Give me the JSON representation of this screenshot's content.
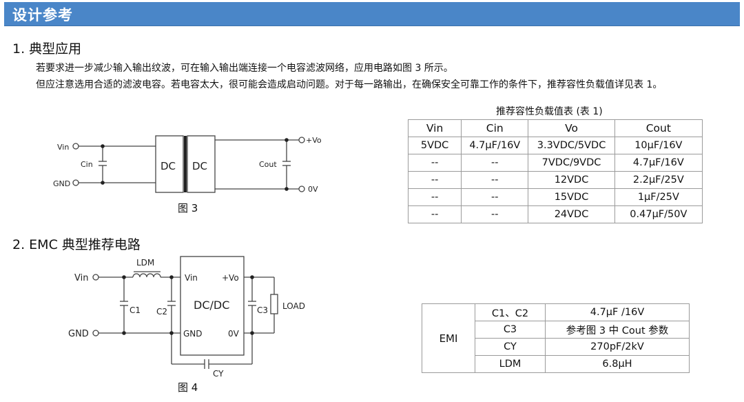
{
  "banner": {
    "title": "设计参考"
  },
  "section1": {
    "heading": "1. 典型应用",
    "para1": "若要求进一步减少输入输出纹波，可在输入输出端连接一个电容滤波网络，应用电路如图 3 所示。",
    "para2": "但应注意选用合适的滤波电容。若电容太大，很可能会造成启动问题。对于每一路输出，在确保安全可靠工作的条件下，推荐容性负载值详见表  1。"
  },
  "fig3": {
    "caption": "图 3",
    "vin": "Vin",
    "gnd": "GND",
    "cin": "Cin",
    "dc_left": "DC",
    "dc_right": "DC",
    "cout": "Cout",
    "vo": "+Vo",
    "zero_v": "0V"
  },
  "table1": {
    "title": "推荐容性负载值表 (表 1)",
    "headers": [
      "Vin",
      "Cin",
      "Vo",
      "Cout"
    ],
    "rows": [
      [
        "5VDC",
        "4.7µF/16V",
        "3.3VDC/5VDC",
        "10µF/16V"
      ],
      [
        "--",
        "--",
        "7VDC/9VDC",
        "4.7µF/16V"
      ],
      [
        "--",
        "--",
        "12VDC",
        "2.2µF/25V"
      ],
      [
        "--",
        "--",
        "15VDC",
        "1µF/25V"
      ],
      [
        "--",
        "--",
        "24VDC",
        "0.47µF/50V"
      ]
    ]
  },
  "section2": {
    "heading": "2. EMC  典型推荐电路"
  },
  "fig4": {
    "caption": "图 4",
    "vin": "Vin",
    "gnd": "GND",
    "ldm": "LDM",
    "c1": "C1",
    "c2": "C2",
    "c3": "C3",
    "box_vin": "Vin",
    "box_gnd": "GND",
    "box_vo": "+Vo",
    "box_0v": "0V",
    "box_label": "DC/DC",
    "load": "LOAD",
    "cy": "CY"
  },
  "table2": {
    "group": "EMI",
    "rows": [
      [
        "C1、C2",
        "4.7µF /16V"
      ],
      [
        "C3",
        "参考图 3 中 Cout 参数"
      ],
      [
        "CY",
        "270pF/2kV"
      ],
      [
        "LDM",
        "6.8µH"
      ]
    ]
  }
}
